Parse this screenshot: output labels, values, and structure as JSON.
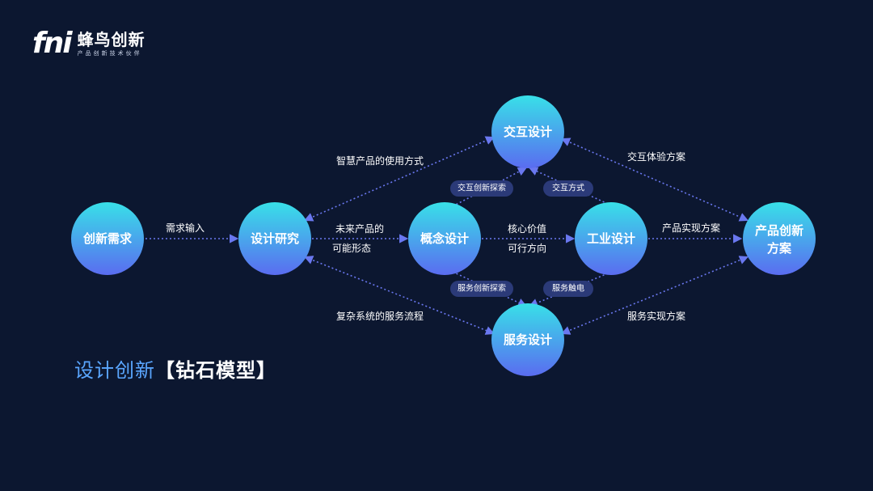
{
  "logo": {
    "mark": "fni",
    "name": "蜂鸟创新",
    "tagline": "产品创新技术伙伴"
  },
  "colors": {
    "background": "#0c1730",
    "node_top": "#38e0e8",
    "node_bottom": "#5a6cf0",
    "arrow": "#6a78f0",
    "pill": "#2b3a78",
    "caption_accent": "#5aa6ff"
  },
  "nodes": {
    "innovation_demand": "创新需求",
    "design_research": "设计研究",
    "concept_design": "概念设计",
    "industrial_design": "工业设计",
    "product_solution": [
      "产品创新",
      "方案"
    ],
    "interaction_design": "交互设计",
    "service_design": "服务设计"
  },
  "edge_labels": {
    "demand_input": "需求输入",
    "future_form": [
      "未来产品的",
      "可能形态"
    ],
    "core_value": [
      "核心价值",
      "可行方向"
    ],
    "product_implementation": "产品实现方案",
    "smart_usage": "智慧产品的使用方式",
    "interaction_experience": "交互体验方案",
    "complex_service": "复杂系统的服务流程",
    "service_implementation": "服务实现方案"
  },
  "pills": {
    "interaction_innovation": "交互创新探索",
    "interaction_mode": "交互方式",
    "service_innovation": "服务创新探索",
    "service_touchpoint": "服务触电"
  },
  "caption": {
    "main": "设计创新",
    "bracket": "【钻石模型】"
  }
}
